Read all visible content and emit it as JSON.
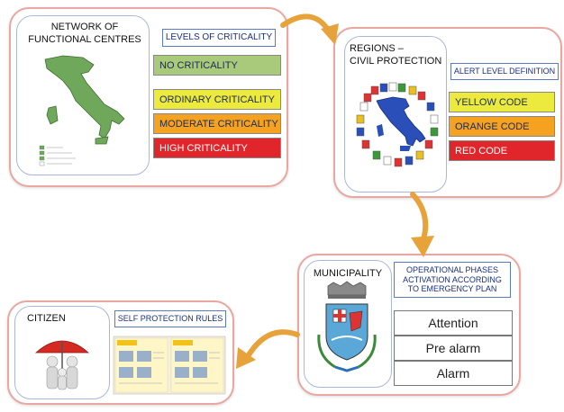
{
  "network": {
    "title_line1": "NETWORK OF",
    "title_line2": "FUNCTIONAL CENTRES",
    "levels_label": "LEVELS OF CRITICALITY",
    "levels": [
      {
        "label": "NO CRITICALITY",
        "color": "#a9c97b"
      },
      {
        "label": "ORDINARY CRITICALITY",
        "color": "#ecea3c"
      },
      {
        "label": "MODERATE CRITICALITY",
        "color": "#f4a21f"
      },
      {
        "label": "HIGH CRITICALITY",
        "color": "#e0262a"
      }
    ]
  },
  "regions": {
    "title_line1": "REGIONS –",
    "title_line2": "CIVIL PROTECTION",
    "alert_label": "ALERT LEVEL DEFINITION",
    "codes": [
      {
        "label": "YELLOW CODE",
        "color": "#ecea3c"
      },
      {
        "label": "ORANGE CODE",
        "color": "#f4a21f"
      },
      {
        "label": "RED CODE",
        "color": "#e0262a"
      }
    ]
  },
  "municipality": {
    "title": "MUNICIPALITY",
    "phases_label": "OPERATIONAL PHASES ACTIVATION ACCORDING TO EMERGENCY PLAN",
    "phases": [
      "Attention",
      "Pre alarm",
      "Alarm"
    ]
  },
  "citizen": {
    "title": "CITIZEN",
    "rules_label": "SELF PROTECTION RULES"
  },
  "colors": {
    "panel_border": "#e8a8a0",
    "inner_border": "#a9b8d8",
    "arrow": "#e8a23a",
    "map_blue": "#2a4fb8",
    "map_green": "#6fa85a"
  }
}
